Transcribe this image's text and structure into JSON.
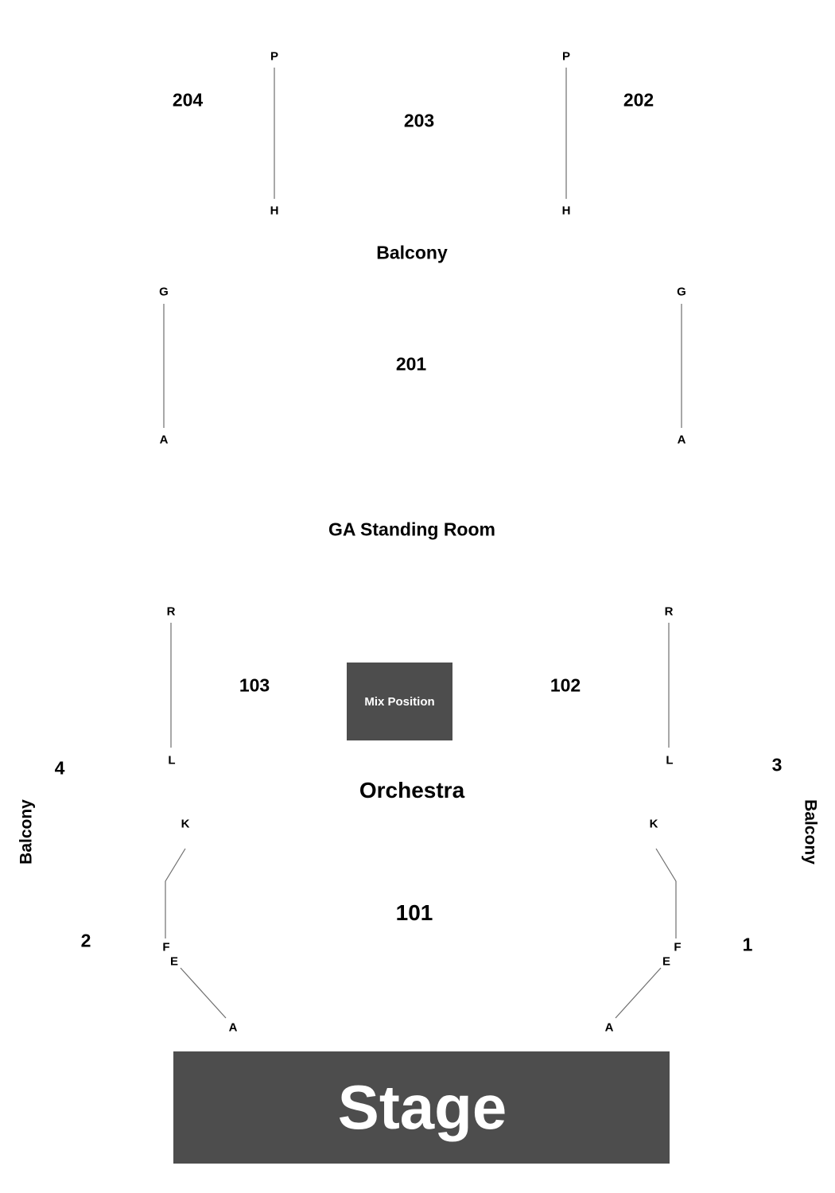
{
  "balcony_upper": {
    "sections": [
      "204",
      "203",
      "202",
      "201"
    ],
    "zone_label": "Balcony",
    "rows": {
      "left_outer": {
        "top": "P",
        "bottom": "H"
      },
      "right_outer": {
        "top": "P",
        "bottom": "H"
      },
      "left_inner": {
        "top": "G",
        "bottom": "A"
      },
      "right_inner": {
        "top": "G",
        "bottom": "A"
      }
    }
  },
  "ga": {
    "label": "GA Standing Room"
  },
  "orchestra": {
    "label": "Orchestra",
    "sections": [
      "103",
      "102",
      "101"
    ],
    "mix_position": "Mix Position",
    "rows": {
      "left_upper": {
        "top": "R",
        "bottom": "L"
      },
      "right_upper": {
        "top": "R",
        "bottom": "L"
      },
      "left_lower": {
        "k": "K",
        "f": "F",
        "e": "E",
        "a": "A"
      },
      "right_lower": {
        "k": "K",
        "f": "F",
        "e": "E",
        "a": "A"
      }
    }
  },
  "side_balconies": {
    "left_label": "Balcony",
    "right_label": "Balcony",
    "boxes": [
      "4",
      "3",
      "2",
      "1"
    ]
  },
  "stage": {
    "label": "Stage"
  },
  "colors": {
    "block": "#4d4d4d",
    "lines": "#6e6e6e"
  }
}
